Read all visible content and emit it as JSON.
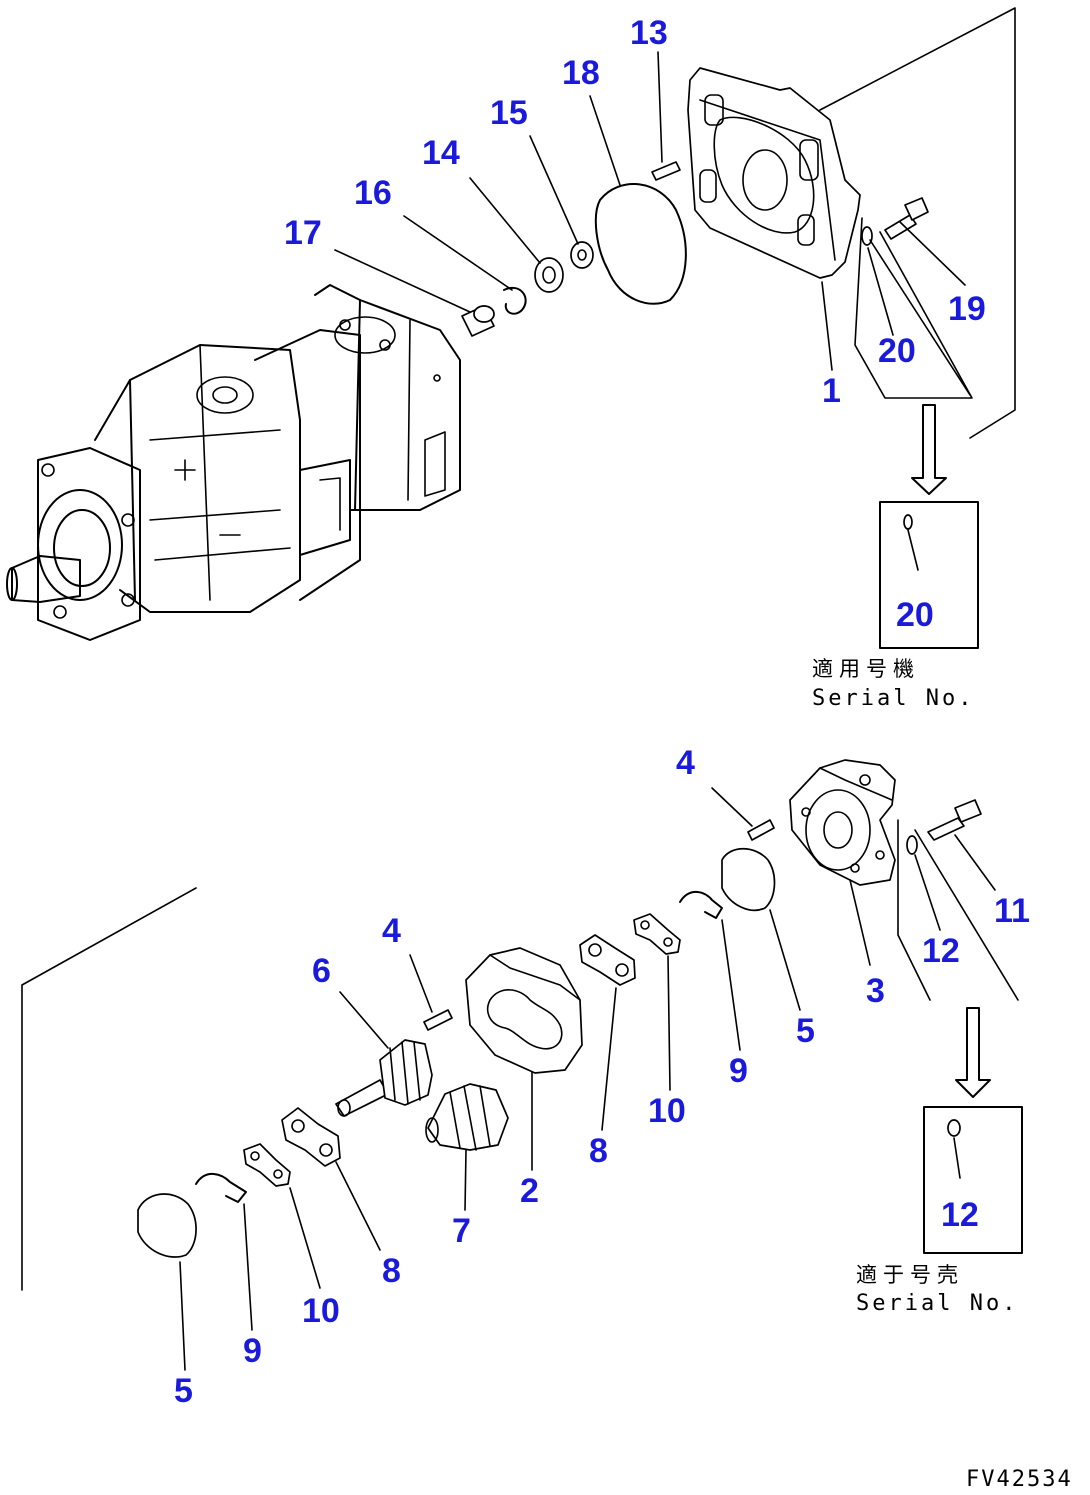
{
  "callouts": [
    {
      "id": "c13",
      "text": "13"
    },
    {
      "id": "c18",
      "text": "18"
    },
    {
      "id": "c15",
      "text": "15"
    },
    {
      "id": "c14",
      "text": "14"
    },
    {
      "id": "c16",
      "text": "16"
    },
    {
      "id": "c17",
      "text": "17"
    },
    {
      "id": "c19",
      "text": "19"
    },
    {
      "id": "c20a",
      "text": "20"
    },
    {
      "id": "c1",
      "text": "1"
    },
    {
      "id": "c20b",
      "text": "20"
    },
    {
      "id": "c4a",
      "text": "4"
    },
    {
      "id": "c11",
      "text": "11"
    },
    {
      "id": "c12a",
      "text": "12"
    },
    {
      "id": "c3",
      "text": "3"
    },
    {
      "id": "c5a",
      "text": "5"
    },
    {
      "id": "c9a",
      "text": "9"
    },
    {
      "id": "c10a",
      "text": "10"
    },
    {
      "id": "c8a",
      "text": "8"
    },
    {
      "id": "c2",
      "text": "2"
    },
    {
      "id": "c4b",
      "text": "4"
    },
    {
      "id": "c6",
      "text": "6"
    },
    {
      "id": "c7",
      "text": "7"
    },
    {
      "id": "c8b",
      "text": "8"
    },
    {
      "id": "c10b",
      "text": "10"
    },
    {
      "id": "c9b",
      "text": "9"
    },
    {
      "id": "c5b",
      "text": "5"
    },
    {
      "id": "c12b",
      "text": "12"
    }
  ],
  "serial_boxes": [
    {
      "jp": "適用号機",
      "en": "Serial No."
    },
    {
      "jp": "適于号壳",
      "en": "Serial No."
    }
  ],
  "drawing_code": "FV42534",
  "colors": {
    "callout": "#1a1adc",
    "line": "#000000",
    "background": "#ffffff"
  }
}
